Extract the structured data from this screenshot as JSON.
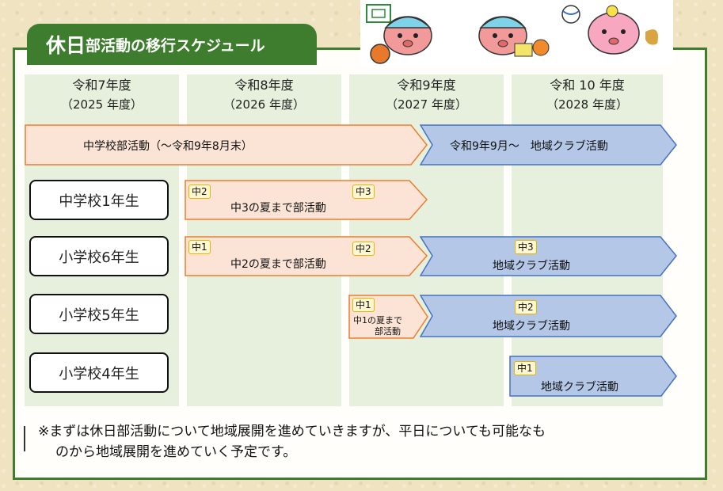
{
  "title": {
    "main": "休日",
    "rest": "部活動の移行スケジュール"
  },
  "years": [
    {
      "label": "令和7年度",
      "sub": "（2025 年度）"
    },
    {
      "label": "令和8年度",
      "sub": "（2026 年度）"
    },
    {
      "label": "令和9年度",
      "sub": "（2027 年度）"
    },
    {
      "label": "令和 10 年度",
      "sub": "（2028 年度）"
    }
  ],
  "top_arrows": {
    "club": "中学校部活動（～令和9年8月末）",
    "community": "令和9年9月～　地域クラブ活動"
  },
  "grades": [
    "中学校1年生",
    "小学校6年生",
    "小学校5年生",
    "小学校4年生"
  ],
  "rows": {
    "g1": {
      "tag_a": "中2",
      "tag_b": "中3",
      "text": "中3の夏まで部活動"
    },
    "g6": {
      "tag_a": "中1",
      "tag_b": "中2",
      "text": "中2の夏まで部活動",
      "tag_c": "中3",
      "text_c": "地域クラブ活動"
    },
    "g5": {
      "tag_a": "中1",
      "text_l1": "中1の夏まで",
      "text_l2": "部活動",
      "tag_c": "中2",
      "text_c": "地域クラブ活動"
    },
    "g4": {
      "tag_c": "中1",
      "text_c": "地域クラブ活動"
    }
  },
  "note": {
    "line1": "※まずは休日部活動について地域展開を進めていきますが、平日についても可能なも",
    "line2": "のから地域展開を進めていく予定です。"
  },
  "colors": {
    "green": "#3f7d2e",
    "orange_fill": "#fbe4d5",
    "orange_edge": "#ed7d31",
    "blue_fill": "#b4c7e7",
    "blue_edge": "#4472c4"
  }
}
